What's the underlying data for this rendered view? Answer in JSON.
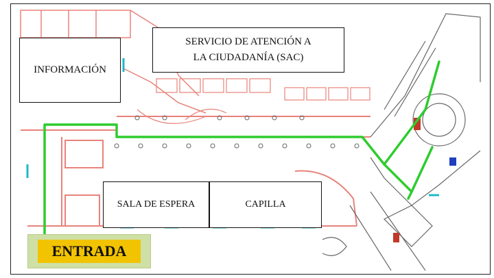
{
  "labels": {
    "informacion": "INFORMACIÓN",
    "sac_line1": "SERVICIO DE ATENCIÓN A",
    "sac_line2": "LA CIUDADANÍA (SAC)",
    "sala_espera": "SALA DE ESPERA",
    "capilla": "CAPILLA",
    "entrada": "ENTRADA"
  },
  "colors": {
    "route": "#2ecc2e",
    "walls": "#e8827a",
    "fixtures": "#20b8c8",
    "detail": "#666666",
    "entrada_bg": "#f2c300",
    "entrada_frame": "#cfe0a6",
    "marker_red": "#c0392b",
    "marker_blue": "#1f3fbf"
  },
  "route": {
    "description_points": "route from entrance up the left corridor, right along the main hall, then to the stair hall"
  }
}
